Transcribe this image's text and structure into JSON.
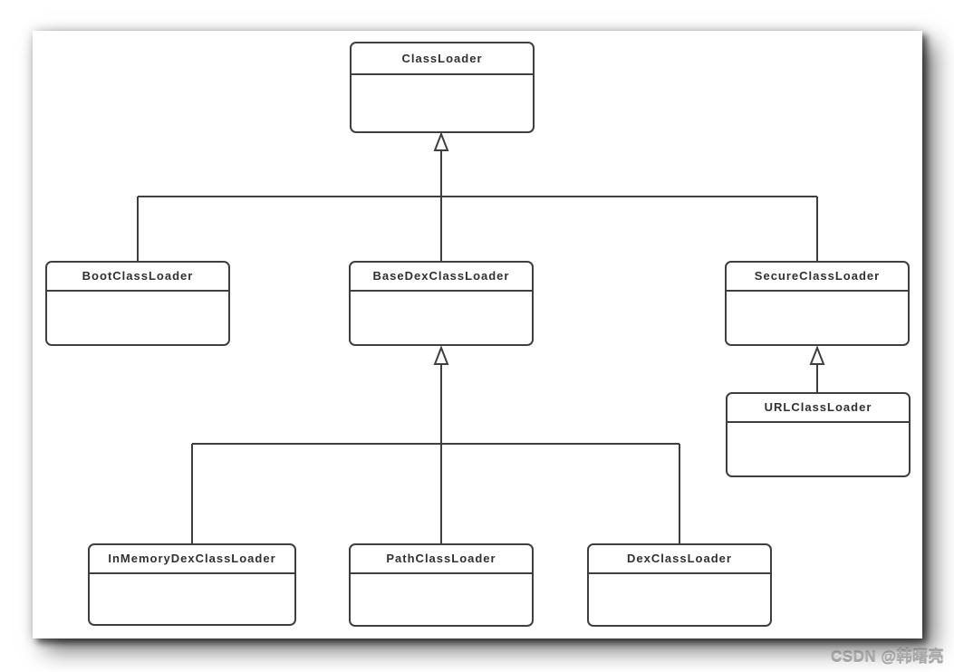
{
  "diagram": {
    "type": "uml-class-inheritance",
    "classes": [
      {
        "name": "ClassLoader",
        "parent": null
      },
      {
        "name": "BootClassLoader",
        "parent": "ClassLoader"
      },
      {
        "name": "BaseDexClassLoader",
        "parent": "ClassLoader"
      },
      {
        "name": "SecureClassLoader",
        "parent": "ClassLoader"
      },
      {
        "name": "URLClassLoader",
        "parent": "SecureClassLoader"
      },
      {
        "name": "InMemoryDexClassLoader",
        "parent": "BaseDexClassLoader"
      },
      {
        "name": "PathClassLoader",
        "parent": "BaseDexClassLoader"
      },
      {
        "name": "DexClassLoader",
        "parent": "BaseDexClassLoader"
      }
    ],
    "relationship": "generalization",
    "colors": {
      "line": "#3f3f3f",
      "box_border": "#3f3f3f",
      "box_fill": "#ffffff",
      "text": "#303030",
      "page_background": "#ffffff"
    }
  },
  "watermark": {
    "label": "CSDN @韩曙亮"
  }
}
